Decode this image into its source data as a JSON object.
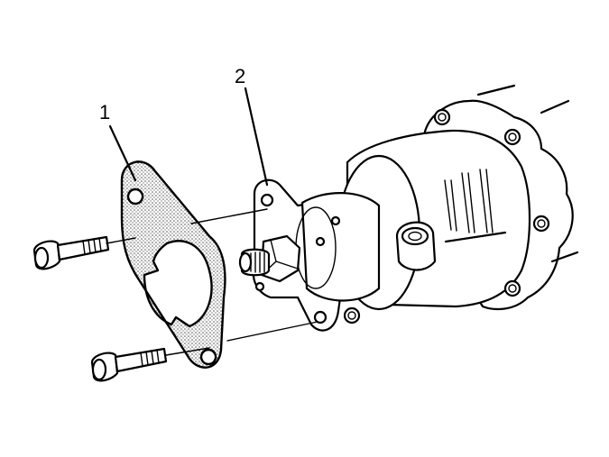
{
  "callouts": [
    {
      "label": "1",
      "part": "gasket"
    },
    {
      "label": "2",
      "part": "mounting-flange"
    }
  ],
  "colors": {
    "line": "#000000",
    "background": "#ffffff",
    "gasket_stipple": "#7a7a7a"
  }
}
